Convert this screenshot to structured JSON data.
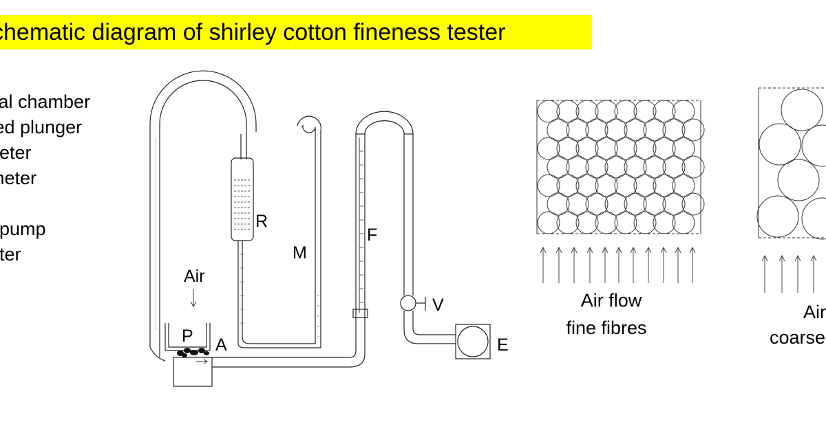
{
  "title": "chematic diagram of shirley cotton fineness tester",
  "legend": [
    "cal chamber",
    "ted plunger",
    "neter",
    " meter",
    "",
    "t pump",
    "eter"
  ],
  "labels": {
    "air": "Air",
    "p": "P",
    "a": "A",
    "r": "R",
    "m": "M",
    "f": "F",
    "v": "V",
    "e": "E"
  },
  "panels": {
    "fine": {
      "line1": "Air flow",
      "line2": "fine fibres"
    },
    "coarse": {
      "line1": "Air",
      "line2": "coarse"
    }
  }
}
